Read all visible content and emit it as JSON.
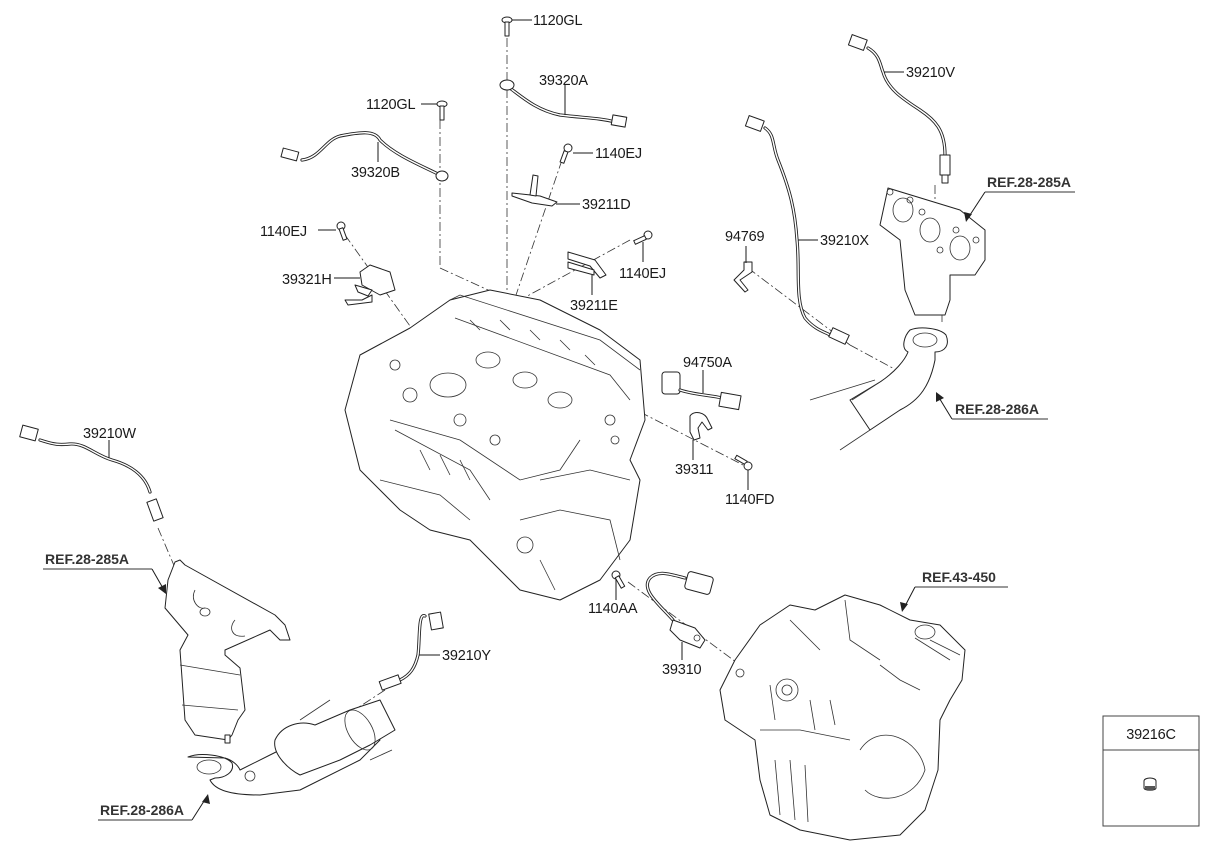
{
  "diagram": {
    "title": "Engine Sensors / Oxygen Sensors Parts Diagram",
    "part_labels": {
      "p1120gl_top": "1120GL",
      "p39320a": "39320A",
      "p1120gl_left": "1120GL",
      "p39320b": "39320B",
      "p1140ej_a": "1140EJ",
      "p39211d": "39211D",
      "p1140ej_b": "1140EJ",
      "p1140ej_c": "1140EJ",
      "p39321h": "39321H",
      "p39211e": "39211E",
      "p39210v": "39210V",
      "p39210x": "39210X",
      "p94769": "94769",
      "p94750a": "94750A",
      "p39311": "39311",
      "p1140fd": "1140FD",
      "p39210w": "39210W",
      "p39210y": "39210Y",
      "p1140aa": "1140AA",
      "p39310": "39310"
    },
    "references": {
      "ref_285a_right": "REF.28-285A",
      "ref_286a_right": "REF.28-286A",
      "ref_285a_left": "REF.28-285A",
      "ref_286a_left": "REF.28-286A",
      "ref_43_450": "REF.43-450"
    },
    "legend_box": {
      "part_number": "39216C",
      "icon": "plug-cap-icon"
    }
  }
}
